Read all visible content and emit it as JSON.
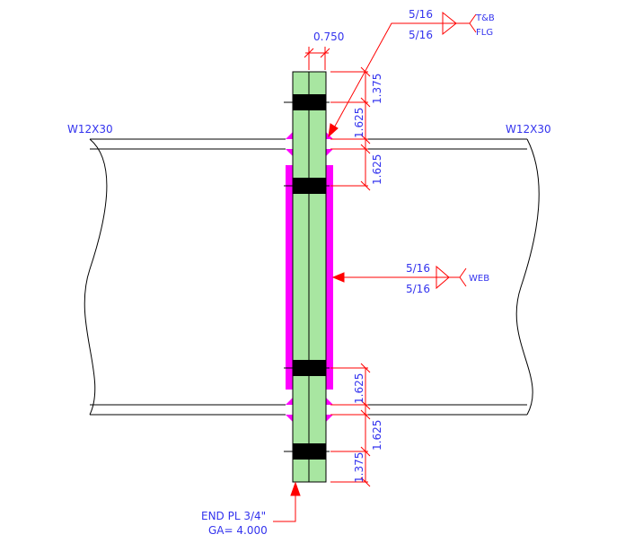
{
  "beams": {
    "left_label": "W12X30",
    "right_label": "W12X30"
  },
  "plate": {
    "thickness_label": "0.750",
    "end_plate_label": "END PL 3/4\"",
    "gage_label": "GA= 4.000"
  },
  "dimensions": [
    "1.375",
    "1.625",
    "1.625",
    "1.625",
    "1.625",
    "1.375"
  ],
  "flange_weld": {
    "top_size": "5/16",
    "bottom_size": "5/16",
    "note_line1": "T&B",
    "note_line2": "FLG"
  },
  "web_weld": {
    "top_size": "5/16",
    "bottom_size": "5/16",
    "note": "WEB"
  },
  "colors": {
    "plate": "#a8e6a1",
    "weld": "#ff00ff",
    "dim": "#ff0000",
    "text": "#3333ee",
    "bolt": "#000000"
  }
}
